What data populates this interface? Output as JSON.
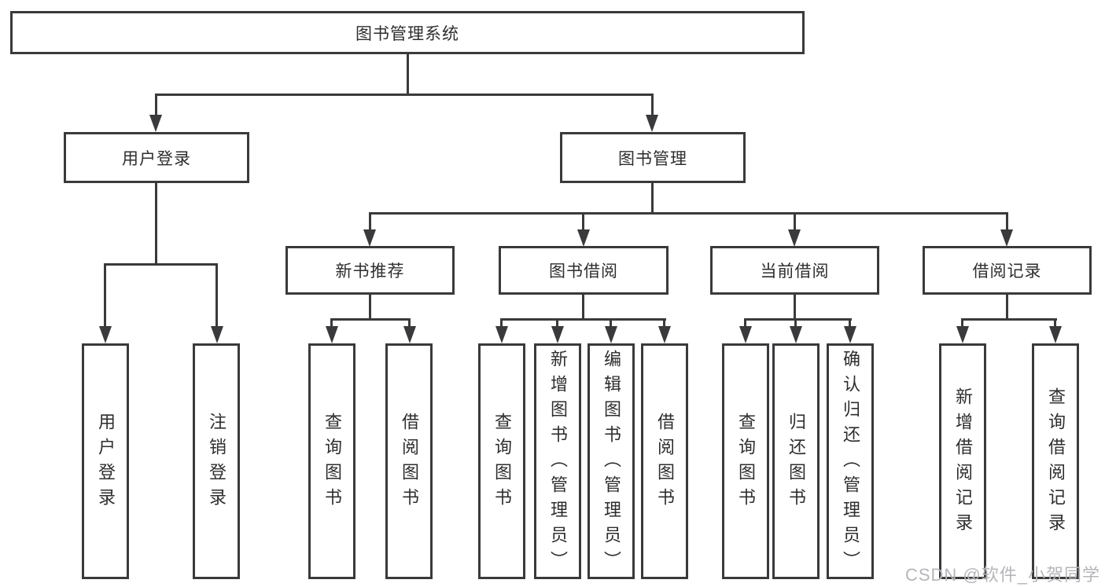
{
  "tree": {
    "root": {
      "label": "图书管理系统"
    },
    "branches": [
      {
        "label": "用户登录",
        "children": [
          {
            "label": "用户登录"
          },
          {
            "label": "注销登录"
          }
        ]
      },
      {
        "label": "图书管理",
        "groups": [
          {
            "label": "新书推荐",
            "children": [
              {
                "label": "查询图书"
              },
              {
                "label": "借阅图书"
              }
            ]
          },
          {
            "label": "图书借阅",
            "children": [
              {
                "label": "查询图书"
              },
              {
                "label": "新增图书（管理员）"
              },
              {
                "label": "编辑图书（管理员）"
              },
              {
                "label": "借阅图书"
              }
            ]
          },
          {
            "label": "当前借阅",
            "children": [
              {
                "label": "查询图书"
              },
              {
                "label": "归还图书"
              },
              {
                "label": "确认归还（管理员）"
              }
            ]
          },
          {
            "label": "借阅记录",
            "children": [
              {
                "label": "新增借阅记录"
              },
              {
                "label": "查询借阅记录"
              }
            ]
          }
        ]
      }
    ]
  },
  "watermark": {
    "text": "CSDN @软件_小贺同学"
  },
  "colors": {
    "line": "#3a3a3c",
    "text": "#2e2e2e",
    "watermark": "#b6b6ba",
    "background": "#ffffff"
  }
}
